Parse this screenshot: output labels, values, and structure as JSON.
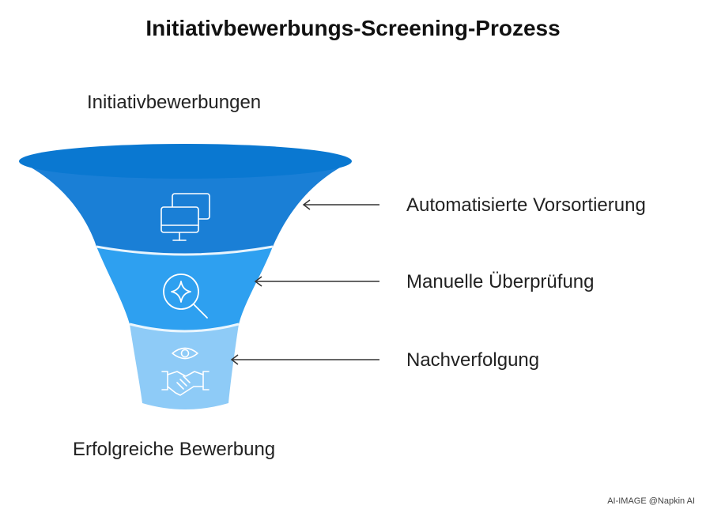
{
  "title": "Initiativbewerbungs-Screening-Prozess",
  "input_label": "Initiativbewerbungen",
  "output_label": "Erfolgreiche Bewerbung",
  "stages": [
    {
      "label": "Automatisierte Vorsortierung",
      "icon": "monitors-icon",
      "color": "#1a7fd6"
    },
    {
      "label": "Manuelle Überprüfung",
      "icon": "magnifier-sparkle-icon",
      "color": "#2ea0f0"
    },
    {
      "label": "Nachverfolgung",
      "icon": "eye-handshake-icon",
      "color": "#8ecbf7"
    }
  ],
  "footer": "AI-IMAGE  @Napkin AI",
  "colors": {
    "rim": "#0a78d1",
    "arrow": "#333333",
    "icon_stroke": "#ffffff"
  }
}
